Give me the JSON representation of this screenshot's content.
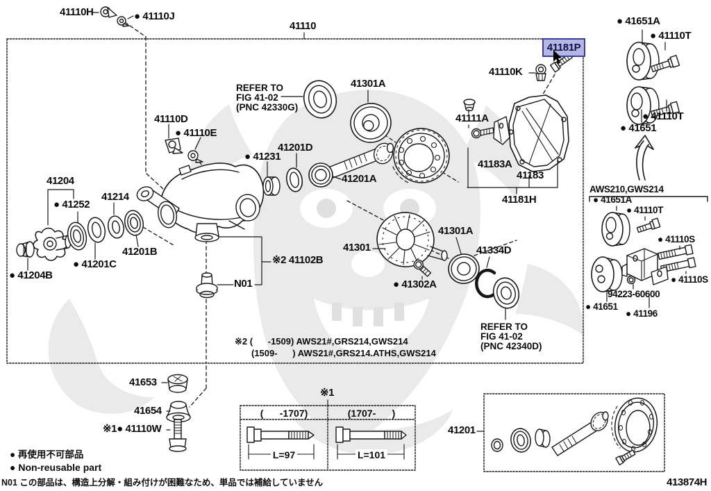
{
  "colors": {
    "line": "#161616",
    "highlight_bg": "#b4b6e4",
    "highlight_border": "#3c3c9c",
    "watermark": "#eaeaea"
  },
  "header": {
    "assembly_number": "41110",
    "fig_code": "413874H"
  },
  "labels": {
    "p41110H": "41110H",
    "p41110J": "● 41110J",
    "p41181P": "41181P",
    "p41110K": "41110K",
    "p41651A_top": "● 41651A",
    "p41110T_a": "● 41110T",
    "p41110T_b": "● 41110T",
    "p41651_top": "● 41651",
    "p41301A_1": "41301A",
    "p41111A": "41111A",
    "p41110D": "41110D",
    "p41110E": "● 41110E",
    "p41231": "● 41231",
    "p41201D": "41201D",
    "p41201A": "41201A",
    "p41204": "41204",
    "p41252": "● 41252",
    "p41214": "41214",
    "p41201B": "41201B",
    "p41201C": "● 41201C",
    "p41204B": "● 41204B",
    "p41102B": "※2 41102B",
    "pN01": "N01",
    "p41301": "41301",
    "p41301A_2": "41301A",
    "p41334D": "41334D",
    "p41302A": "● 41302A",
    "p41183A": "41183A",
    "p41183": "41183",
    "p41181H": "41181H",
    "p41653": "41653",
    "p41654": "41654",
    "p41110W": "※1● 41110W",
    "p41201_set": "41201"
  },
  "aws": {
    "header": "AWS210,GWS214",
    "p41651A": "● 41651A",
    "p41110T": "● 41110T",
    "p41110S_a": "● 41110S",
    "p41110S_b": "● 41110S",
    "p94223": "94223-60600",
    "p41651": "● 41651",
    "p41196": "● 41196"
  },
  "refer1": {
    "l1": "REFER TO",
    "l2": "FIG 41-02",
    "l3": "(PNC 42330G)"
  },
  "refer2": {
    "l1": "REFER TO",
    "l2": "FIG 41-02",
    "l3": "(PNC 42340D)"
  },
  "note2": {
    "l1": "※2 (      -1509) AWS21#,GRS214,GWS214",
    "l2": "(1509-      ) AWS21#,GRS214.ATHS,GWS214"
  },
  "legend": {
    "jp": "● 再使用不可部品",
    "en": "● Non-reusable part",
    "n01_note": "N01 この部品は、構造上分解・組み付けが困難なため、単品では補給していません"
  },
  "bolt_table": {
    "mark": "※1",
    "col1_header": "(      -1707)",
    "col2_header": "(1707-      )",
    "col1_length": "L=97",
    "col2_length": "L=101"
  }
}
